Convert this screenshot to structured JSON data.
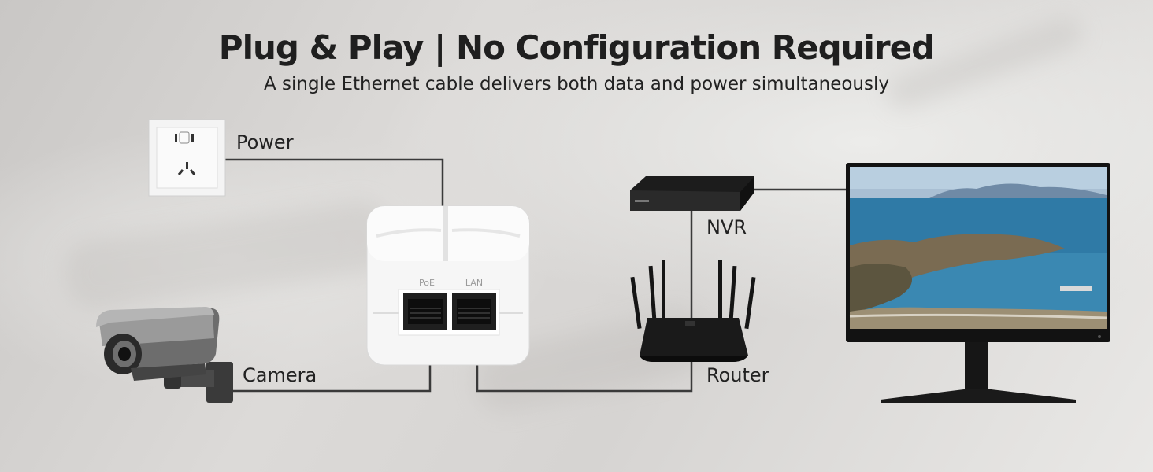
{
  "header": {
    "title": "Plug & Play | No Configuration Required",
    "subtitle": "A single Ethernet cable delivers both data and power simultaneously"
  },
  "labels": {
    "power": "Power",
    "camera": "Camera",
    "nvr": "NVR",
    "router": "Router"
  },
  "injector": {
    "port_poe": "PoE",
    "port_lan": "LAN"
  },
  "colors": {
    "cable": "#3a3a3a",
    "device_white": "#f7f7f7",
    "device_black": "#1c1c1c"
  },
  "icons": [
    "wall-outlet-icon",
    "poe-injector-icon",
    "security-camera-icon",
    "nvr-icon",
    "router-icon",
    "monitor-icon"
  ]
}
